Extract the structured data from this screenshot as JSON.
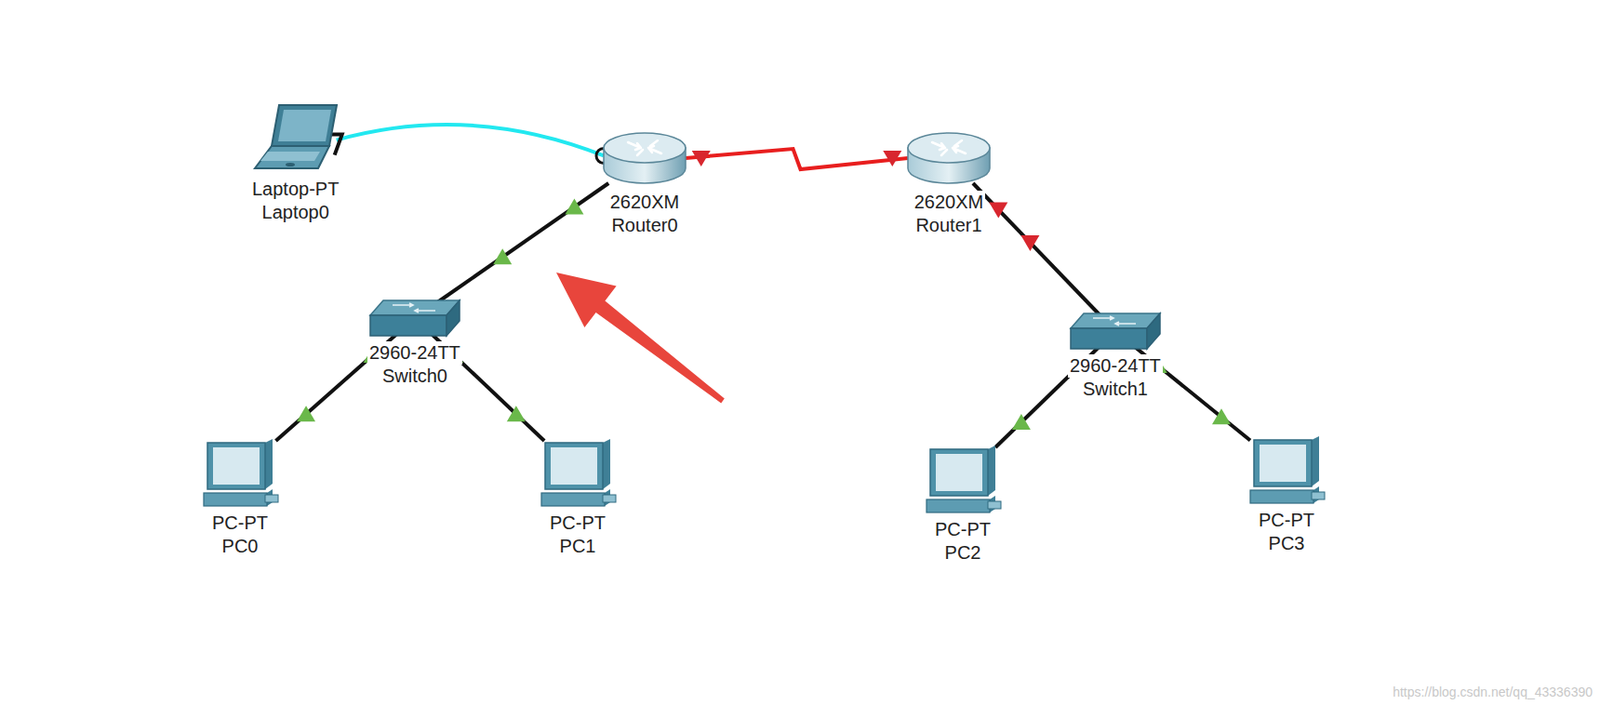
{
  "diagram": {
    "nodes": [
      {
        "text": [
          "Laptop-PT",
          "Laptop0"
        ]
      },
      {
        "text": [
          "2620XM",
          "Router0"
        ]
      },
      {
        "text": [
          "2620XM",
          "Router1"
        ]
      },
      {
        "text": [
          "2960-24TT",
          "Switch0"
        ]
      },
      {
        "text": [
          "2960-24TT",
          "Switch1"
        ]
      },
      {
        "text": [
          "PC-PT",
          "PC0"
        ]
      },
      {
        "text": [
          "PC-PT",
          "PC1"
        ]
      },
      {
        "text": [
          "PC-PT",
          "PC2"
        ]
      },
      {
        "text": [
          "PC-PT",
          "PC3"
        ]
      }
    ],
    "edges": [
      {
        "from": 0,
        "to": 1,
        "arrow": "none"
      },
      {
        "from": 1,
        "to": 2,
        "arrow": "none"
      },
      {
        "from": 1,
        "to": 3,
        "arrow": "none"
      },
      {
        "from": 2,
        "to": 4,
        "arrow": "none"
      },
      {
        "from": 3,
        "to": 5,
        "arrow": "none"
      },
      {
        "from": 3,
        "to": 6,
        "arrow": "none"
      },
      {
        "from": 4,
        "to": 7,
        "arrow": "none"
      },
      {
        "from": 4,
        "to": 8,
        "arrow": "none"
      }
    ],
    "labels": [
      "https://blog.csdn.net/qq_43336390"
    ]
  }
}
